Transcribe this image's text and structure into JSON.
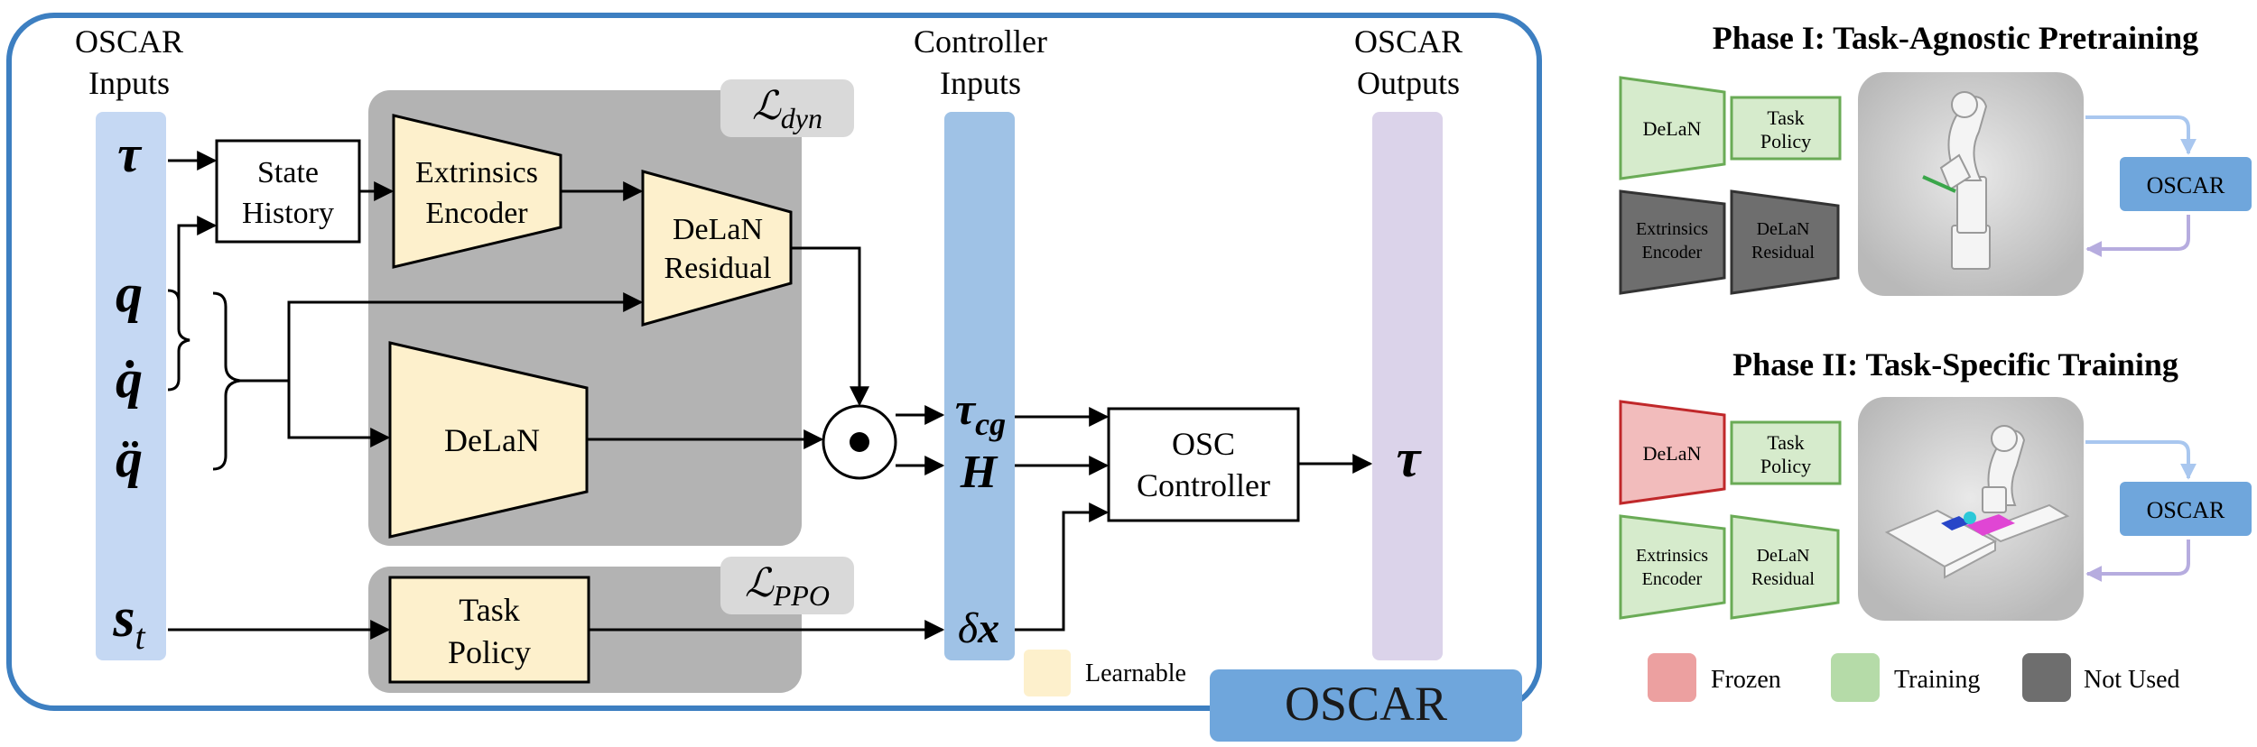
{
  "main": {
    "inputs_header": [
      "OSCAR",
      "Inputs"
    ],
    "controller_header": [
      "Controller",
      "Inputs"
    ],
    "outputs_header": [
      "OSCAR",
      "Outputs"
    ],
    "input_symbols": {
      "tau": "τ",
      "q": "q",
      "qdot": "q̇",
      "qddot": "q̈",
      "s": "s",
      "s_sub": "t"
    },
    "state_history": [
      "State",
      "History"
    ],
    "extrinsics_encoder": [
      "Extrinsics",
      "Encoder"
    ],
    "delan_residual": [
      "DeLaN",
      "Residual"
    ],
    "delan": "DeLaN",
    "task_policy": [
      "Task",
      "Policy"
    ],
    "loss_dyn": {
      "main": "ℒ",
      "sub": "dyn"
    },
    "loss_ppo": {
      "main": "ℒ",
      "sub": "PPO"
    },
    "controller_symbols": {
      "tau": "τ",
      "tau_sub": "cg",
      "H": "H",
      "delta": "δ",
      "x": "x"
    },
    "osc_controller": [
      "OSC",
      "Controller"
    ],
    "output_symbol": "τ",
    "learnable_label": "Learnable",
    "oscar_badge": "OSCAR"
  },
  "phase1": {
    "title": "Phase I: Task-Agnostic Pretraining",
    "delan": "DeLaN",
    "task_policy": [
      "Task",
      "Policy"
    ],
    "extrinsics_encoder": [
      "Extrinsics",
      "Encoder"
    ],
    "delan_residual": [
      "DeLaN",
      "Residual"
    ],
    "oscar": "OSCAR"
  },
  "phase2": {
    "title": "Phase II: Task-Specific Training",
    "delan": "DeLaN",
    "task_policy": [
      "Task",
      "Policy"
    ],
    "extrinsics_encoder": [
      "Extrinsics",
      "Encoder"
    ],
    "delan_residual": [
      "DeLaN",
      "Residual"
    ],
    "oscar": "OSCAR"
  },
  "legend": {
    "frozen": "Frozen",
    "training": "Training",
    "not_used": "Not Used"
  },
  "colors": {
    "frame_blue": "#3d7fc1",
    "gray_block": "#b3b3b3",
    "learnable": "#fdf0cc",
    "input_column": "#c5d8f3",
    "controller_column": "#9fc2e6",
    "output_column": "#dbd3ea",
    "training_fill": "#d6ebcc",
    "training_stroke": "#6aab56",
    "frozen_fill": "#f2bcbc",
    "frozen_stroke": "#c0282a",
    "notused_fill": "#6e6e6e",
    "notused_stroke": "#333333",
    "oscar_box": "#6fa6dc",
    "arrow_light_blue": "#a9c7ef",
    "arrow_light_purple": "#b6acdf"
  }
}
